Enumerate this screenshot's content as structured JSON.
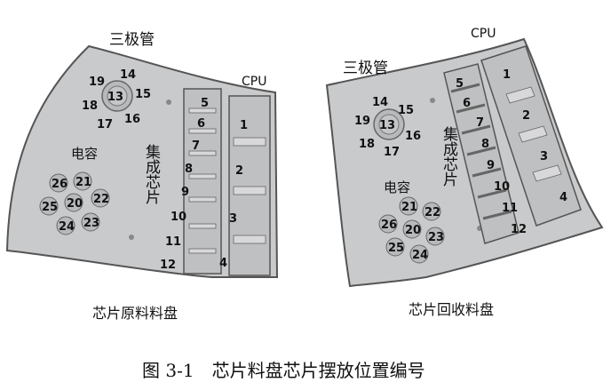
{
  "left_tray": {
    "label_transistor": "三极管",
    "label_cpu": "CPU",
    "label_capacitor": "电容",
    "label_ic": "集成芯片",
    "transistor_numbers": [
      "13",
      "14",
      "15",
      "16",
      "17",
      "18",
      "19"
    ],
    "capacitor_numbers": [
      "21",
      "22",
      "23",
      "24",
      "25",
      "20",
      "26"
    ],
    "ic_numbers": [
      "5",
      "6",
      "7",
      "8",
      "9",
      "10",
      "11",
      "12"
    ],
    "cpu_numbers": [
      "1",
      "2",
      "3",
      "4"
    ],
    "title": "芯片原料料盘"
  },
  "right_tray": {
    "label_transistor": "三极管",
    "label_cpu": "CPU",
    "label_capacitor": "电容",
    "label_ic": "集成芯片",
    "transistor_numbers": [
      "13",
      "14",
      "15",
      "16",
      "17",
      "18",
      "19"
    ],
    "capacitor_numbers": [
      "21",
      "22",
      "23",
      "24",
      "25",
      "20",
      "26"
    ],
    "ic_numbers": [
      "5",
      "6",
      "7",
      "8",
      "9",
      "10",
      "11",
      "12"
    ],
    "cpu_numbers": [
      "1",
      "2",
      "3",
      "4"
    ],
    "title": "芯片回收料盘"
  },
  "figure_caption": "图 3-1　芯片料盘芯片摆放位置编号",
  "colors": {
    "tray": "#c9cacc",
    "slot": "#b8b9bb",
    "outline": "#444444",
    "text": "#111111"
  }
}
